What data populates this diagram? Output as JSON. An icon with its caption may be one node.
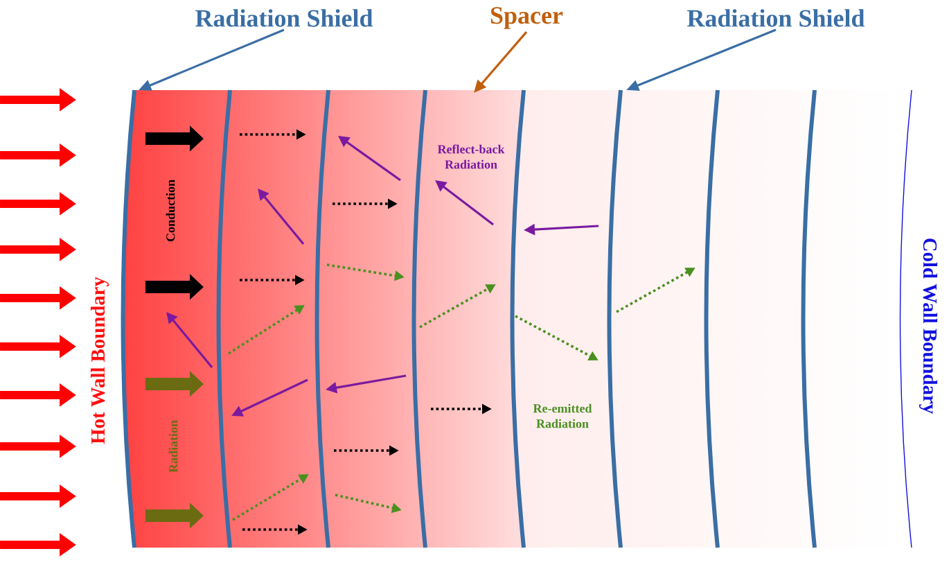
{
  "diagram": {
    "nodes": [
      {
        "text": [
          "Radiation Shield"
        ]
      },
      {
        "text": [
          "Spacer"
        ]
      },
      {
        "text": [
          "Radiation Shield"
        ]
      }
    ],
    "edges": [
      {
        "from": 0,
        "to": null,
        "arrow": "to"
      },
      {
        "from": 1,
        "to": null,
        "arrow": "to",
        "color": "#c0600f"
      },
      {
        "from": 2,
        "to": null,
        "arrow": "to"
      }
    ],
    "labels": [
      "Hot Wall Boundary",
      "Conduction",
      "Radiation",
      "Reflect-back Radiation",
      "Re-emitted Radiation",
      "Cold Wall Boundary"
    ]
  }
}
